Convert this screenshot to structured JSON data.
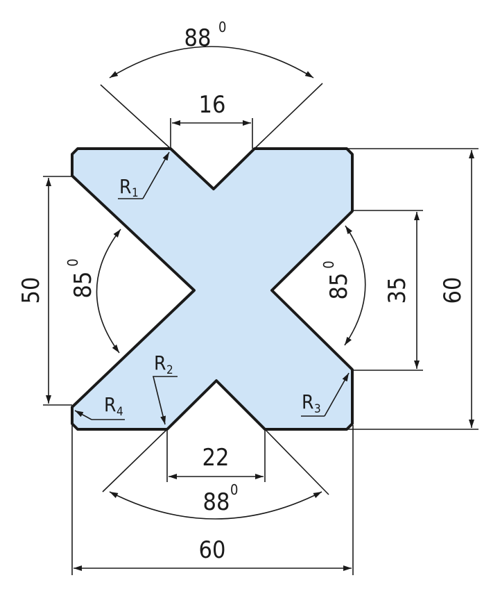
{
  "labels": {
    "angle_top": "88",
    "angle_bottom": "88",
    "angle_left": "85",
    "angle_right": "85",
    "degree_mark": "0",
    "dim_top_opening": "16",
    "dim_bottom_opening": "22",
    "dim_left_height": "50",
    "dim_right_inner_height": "35",
    "dim_right_total_height": "60",
    "dim_total_width": "60",
    "radius_letter": "R",
    "r1_index": "1",
    "r2_index": "2",
    "r3_index": "3",
    "r4_index": "4"
  },
  "colors": {
    "fill": "#cfe4f7",
    "stroke": "#1a1a1a"
  }
}
